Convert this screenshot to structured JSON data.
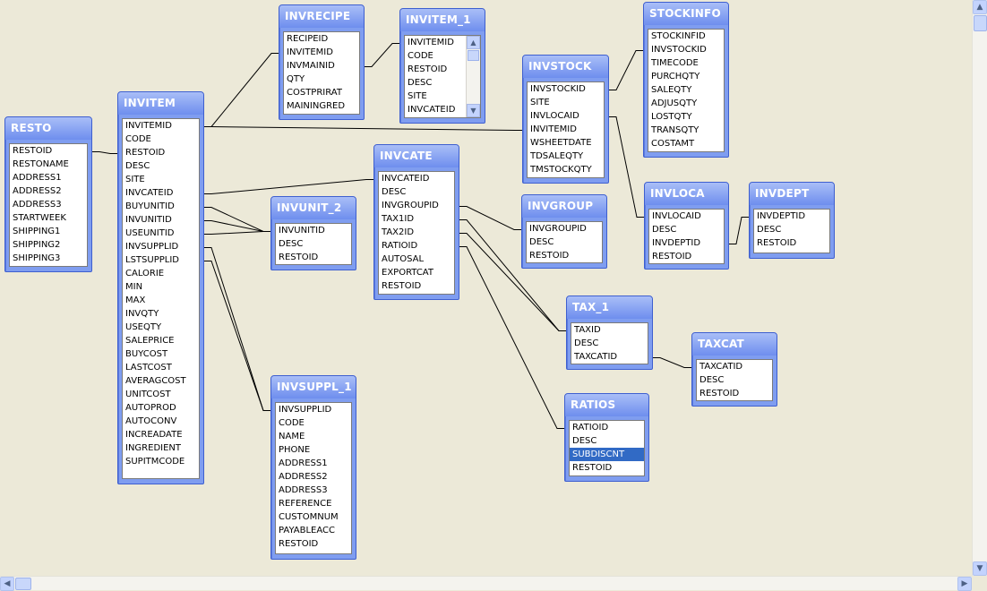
{
  "tables": {
    "resto": {
      "name": "RESTO",
      "fields": [
        "RESTOID",
        "RESTONAME",
        "ADDRESS1",
        "ADDRESS2",
        "ADDRESS3",
        "STARTWEEK",
        "SHIPPING1",
        "SHIPPING2",
        "SHIPPING3"
      ]
    },
    "invitem": {
      "name": "INVITEM",
      "fields": [
        "INVITEMID",
        "CODE",
        "RESTOID",
        "DESC",
        "SITE",
        "INVCATEID",
        "BUYUNITID",
        "INVUNITID",
        "USEUNITID",
        "INVSUPPLID",
        "LSTSUPPLID",
        "CALORIE",
        "MIN",
        "MAX",
        "INVQTY",
        "USEQTY",
        "SALEPRICE",
        "BUYCOST",
        "LASTCOST",
        "AVERAGCOST",
        "UNITCOST",
        "AUTOPROD",
        "AUTOCONV",
        "INCREADATE",
        "INGREDIENT",
        "SUPITMCODE"
      ]
    },
    "invrecipe": {
      "name": "INVRECIPE",
      "fields": [
        "RECIPEID",
        "INVITEMID",
        "INVMAINID",
        "QTY",
        "COSTPRIRAT",
        "MAININGRED"
      ]
    },
    "invitem_1": {
      "name": "INVITEM_1",
      "fields": [
        "INVITEMID",
        "CODE",
        "RESTOID",
        "DESC",
        "SITE",
        "INVCATEID"
      ]
    },
    "invstock": {
      "name": "INVSTOCK",
      "fields": [
        "INVSTOCKID",
        "SITE",
        "INVLOCAID",
        "INVITEMID",
        "WSHEETDATE",
        "TDSALEQTY",
        "TMSTOCKQTY"
      ]
    },
    "stockinfo": {
      "name": "STOCKINFO",
      "fields": [
        "STOCKINFID",
        "INVSTOCKID",
        "TIMECODE",
        "PURCHQTY",
        "SALEQTY",
        "ADJUSQTY",
        "LOSTQTY",
        "TRANSQTY",
        "COSTAMT"
      ]
    },
    "invcate": {
      "name": "INVCATE",
      "fields": [
        "INVCATEID",
        "DESC",
        "INVGROUPID",
        "TAX1ID",
        "TAX2ID",
        "RATIOID",
        "AUTOSAL",
        "EXPORTCAT",
        "RESTOID"
      ]
    },
    "invunit_2": {
      "name": "INVUNIT_2",
      "fields": [
        "INVUNITID",
        "DESC",
        "RESTOID"
      ]
    },
    "invgroup": {
      "name": "INVGROUP",
      "fields": [
        "INVGROUPID",
        "DESC",
        "RESTOID"
      ]
    },
    "invloca": {
      "name": "INVLOCA",
      "fields": [
        "INVLOCAID",
        "DESC",
        "INVDEPTID",
        "RESTOID"
      ]
    },
    "invdept": {
      "name": "INVDEPT",
      "fields": [
        "INVDEPTID",
        "DESC",
        "RESTOID"
      ]
    },
    "tax_1": {
      "name": "TAX_1",
      "fields": [
        "TAXID",
        "DESC",
        "TAXCATID"
      ]
    },
    "taxcat": {
      "name": "TAXCAT",
      "fields": [
        "TAXCATID",
        "DESC",
        "RESTOID"
      ]
    },
    "ratios": {
      "name": "RATIOS",
      "fields": [
        "RATIOID",
        "DESC",
        "SUBDISCNT",
        "RESTOID"
      ],
      "selected_field": "SUBDISCNT"
    },
    "invsuppl_1": {
      "name": "INVSUPPL_1",
      "fields": [
        "INVSUPPLID",
        "CODE",
        "NAME",
        "PHONE",
        "ADDRESS1",
        "ADDRESS2",
        "ADDRESS3",
        "REFERENCE",
        "CUSTOMNUM",
        "PAYABLEACC",
        "RESTOID"
      ]
    }
  },
  "relationships": [
    [
      "resto.RESTOID",
      "invitem.RESTOID"
    ],
    [
      "invitem.INVITEMID",
      "invrecipe.INVITEMID"
    ],
    [
      "invrecipe.INVMAINID",
      "invitem_1.INVITEMID"
    ],
    [
      "invitem.INVITEMID",
      "invstock.INVITEMID"
    ],
    [
      "invstock.INVSTOCKID",
      "stockinfo.INVSTOCKID"
    ],
    [
      "invitem.INVCATEID",
      "invcate.INVCATEID"
    ],
    [
      "invitem.BUYUNITID",
      "invunit_2.INVUNITID"
    ],
    [
      "invitem.INVUNITID",
      "invunit_2.INVUNITID"
    ],
    [
      "invitem.USEUNITID",
      "invunit_2.INVUNITID"
    ],
    [
      "invitem.INVSUPPLID",
      "invsuppl_1.INVSUPPLID"
    ],
    [
      "invitem.LSTSUPPLID",
      "invsuppl_1.INVSUPPLID"
    ],
    [
      "invcate.INVGROUPID",
      "invgroup.INVGROUPID"
    ],
    [
      "invcate.TAX1ID",
      "tax_1.TAXID"
    ],
    [
      "invcate.TAX2ID",
      "tax_1.TAXID"
    ],
    [
      "invcate.RATIOID",
      "ratios.RATIOID"
    ],
    [
      "invstock.INVLOCAID",
      "invloca.INVLOCAID"
    ],
    [
      "invloca.INVDEPTID",
      "invdept.INVDEPTID"
    ],
    [
      "tax_1.TAXCATID",
      "taxcat.TAXCATID"
    ]
  ],
  "scrollbars": {
    "up_icon": "arrow-up-icon",
    "down_icon": "arrow-down-icon",
    "left_icon": "arrow-left-icon",
    "right_icon": "arrow-right-icon"
  }
}
